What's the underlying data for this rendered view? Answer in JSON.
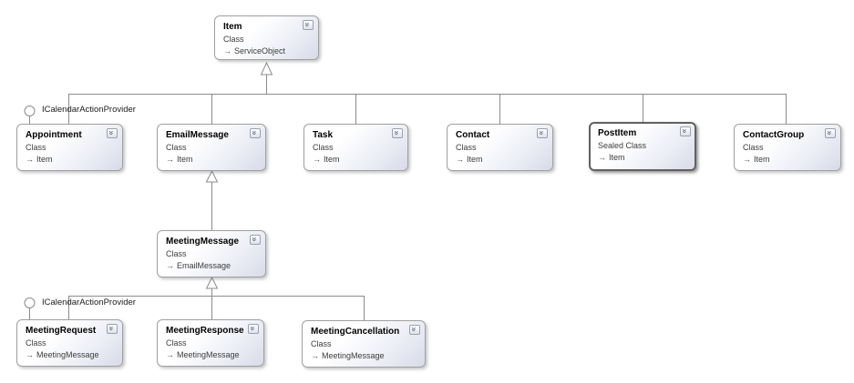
{
  "canvas": {
    "background": "#ffffff"
  },
  "icons": {
    "expander": {
      "name": "chevron-double-down-icon",
      "glyph": "»"
    },
    "base_arrow": {
      "name": "inherits-arrow-icon",
      "glyph": "→"
    },
    "lollipop": {
      "name": "interface-lollipop-icon"
    }
  },
  "interfaces": {
    "top": {
      "label": "ICalendarActionProvider"
    },
    "bottom": {
      "label": "ICalendarActionProvider"
    }
  },
  "classes": {
    "item": {
      "name": "Item",
      "kind": "Class",
      "base": "ServiceObject"
    },
    "appointment": {
      "name": "Appointment",
      "kind": "Class",
      "base": "Item"
    },
    "email_message": {
      "name": "EmailMessage",
      "kind": "Class",
      "base": "Item"
    },
    "task": {
      "name": "Task",
      "kind": "Class",
      "base": "Item"
    },
    "contact": {
      "name": "Contact",
      "kind": "Class",
      "base": "Item"
    },
    "post_item": {
      "name": "PostItem",
      "kind": "Sealed Class",
      "base": "Item"
    },
    "contact_group": {
      "name": "ContactGroup",
      "kind": "Class",
      "base": "Item"
    },
    "meeting_message": {
      "name": "MeetingMessage",
      "kind": "Class",
      "base": "EmailMessage"
    },
    "meeting_request": {
      "name": "MeetingRequest",
      "kind": "Class",
      "base": "MeetingMessage"
    },
    "meeting_response": {
      "name": "MeetingResponse",
      "kind": "Class",
      "base": "MeetingMessage"
    },
    "meeting_cancellation": {
      "name": "MeetingCancellation",
      "kind": "Class",
      "base": "MeetingMessage"
    }
  },
  "colors": {
    "box_border": "#a0a0a0",
    "box_border_selected": "#616161",
    "box_gradient_start": "#ffffff",
    "box_gradient_end": "#d7dbe8",
    "connector": "#8c8c8c",
    "title_text": "#000000",
    "secondary_text": "#3c3c3c"
  }
}
